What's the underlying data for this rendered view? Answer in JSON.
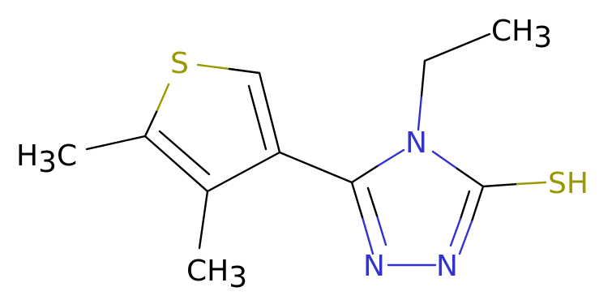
{
  "atoms": {
    "thiophene_s": "S",
    "ch3_left": {
      "main": "H",
      "sub": "3",
      "tail": "C"
    },
    "ch3_bottom": {
      "main": "CH",
      "sub": "3"
    },
    "n4": "N",
    "ch3_top": {
      "main": "CH",
      "sub": "3"
    },
    "sh": "SH",
    "n2": "N",
    "n1": "N"
  },
  "colors": {
    "carbon": "#000000",
    "nitrogen": "#3333cc",
    "sulfur": "#999900",
    "background": "#ffffff"
  }
}
